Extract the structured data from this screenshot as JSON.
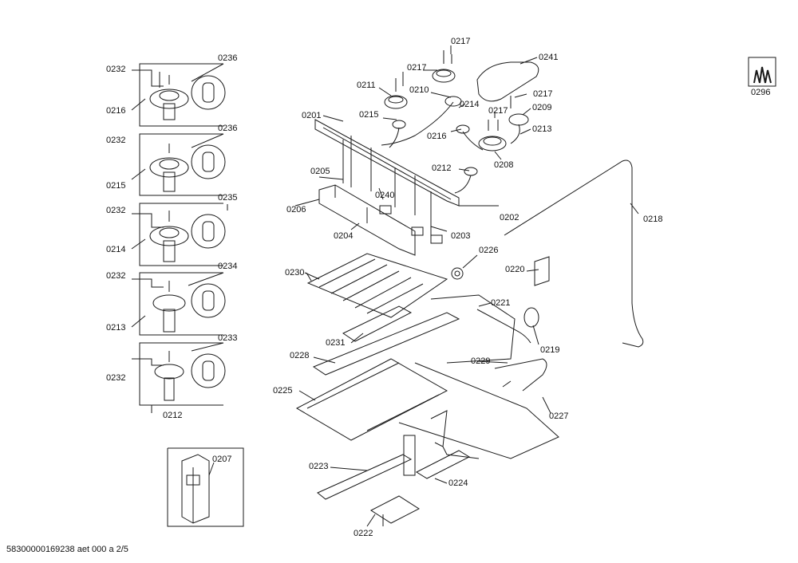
{
  "parts": {
    "p0232_a": "0232",
    "p0236_a": "0236",
    "p0216_a": "0216",
    "p0232_b": "0232",
    "p0236_b": "0236",
    "p0215_a": "0215",
    "p0232_c": "0232",
    "p0235": "0235",
    "p0214_a": "0214",
    "p0232_d": "0232",
    "p0234": "0234",
    "p0213_a": "0213",
    "p0233": "0233",
    "p0232_e": "0232",
    "p0212_a": "0212",
    "p0207": "0207",
    "p0217_a": "0217",
    "p0217_b": "0217",
    "p0241": "0241",
    "p0211": "0211",
    "p0210": "0210",
    "p0214_b": "0214",
    "p0217_c": "0217",
    "p0217_d": "0217",
    "p0209": "0209",
    "p0201": "0201",
    "p0215_b": "0215",
    "p0216_b": "0216",
    "p0213_b": "0213",
    "p0208": "0208",
    "p0212_b": "0212",
    "p0205": "0205",
    "p0240": "0240",
    "p0206": "0206",
    "p0202": "0202",
    "p0218": "0218",
    "p0204": "0204",
    "p0203": "0203",
    "p0226": "0226",
    "p0230": "0230",
    "p0220": "0220",
    "p0221": "0221",
    "p0231": "0231",
    "p0219": "0219",
    "p0228": "0228",
    "p0229": "0229",
    "p0225": "0225",
    "p0227": "0227",
    "p0223": "0223",
    "p0224": "0224",
    "p0222": "0222",
    "p0296": "0296"
  },
  "footer": "58300000169238 aet 000 a 2/5",
  "colors": {
    "line": "#1a1a1a",
    "paper": "#ffffff"
  }
}
